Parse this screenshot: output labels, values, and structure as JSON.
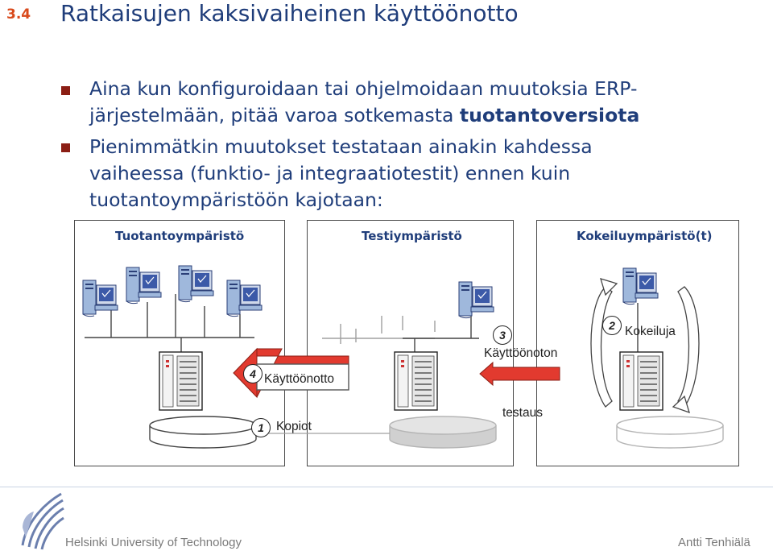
{
  "title": {
    "number": "3.4",
    "text": "Ratkaisujen kaksivaiheinen käyttöönotto"
  },
  "bullets": [
    {
      "lines": [
        "Aina kun konfiguroidaan tai ohjelmoidaan muutoksia ERP-",
        "järjestelmään, pitää varoa sotkemasta "
      ],
      "emphasis": "tuotantoversiota"
    },
    {
      "lines": [
        "Pienimmätkin muutokset testataan ainakin kahdessa",
        "vaiheessa (funktio- ja integraatiotestit) ennen kuin",
        "tuotantoympäristöön kajotaan:"
      ]
    }
  ],
  "environments": [
    {
      "label": "Tuotantoympäristö"
    },
    {
      "label": "Testiympäristö"
    },
    {
      "label": "Kokeiluympäristö(t)"
    }
  ],
  "steps": [
    {
      "number": "1",
      "label": "Kopiot"
    },
    {
      "number": "2",
      "label": "Kokeiluja"
    },
    {
      "number": "3",
      "label_line1": "Käyttöönoton",
      "label_line2": "testaus"
    },
    {
      "number": "4",
      "label": "Käyttöönotto"
    }
  ],
  "footer": {
    "left": "Helsinki University of Technology",
    "right": "Antti Tenhiälä"
  },
  "colors": {
    "title": "#1f3d7a",
    "number": "#d94a1c",
    "bullet": "#8b1e14",
    "arrow_red": "#d9342b"
  }
}
